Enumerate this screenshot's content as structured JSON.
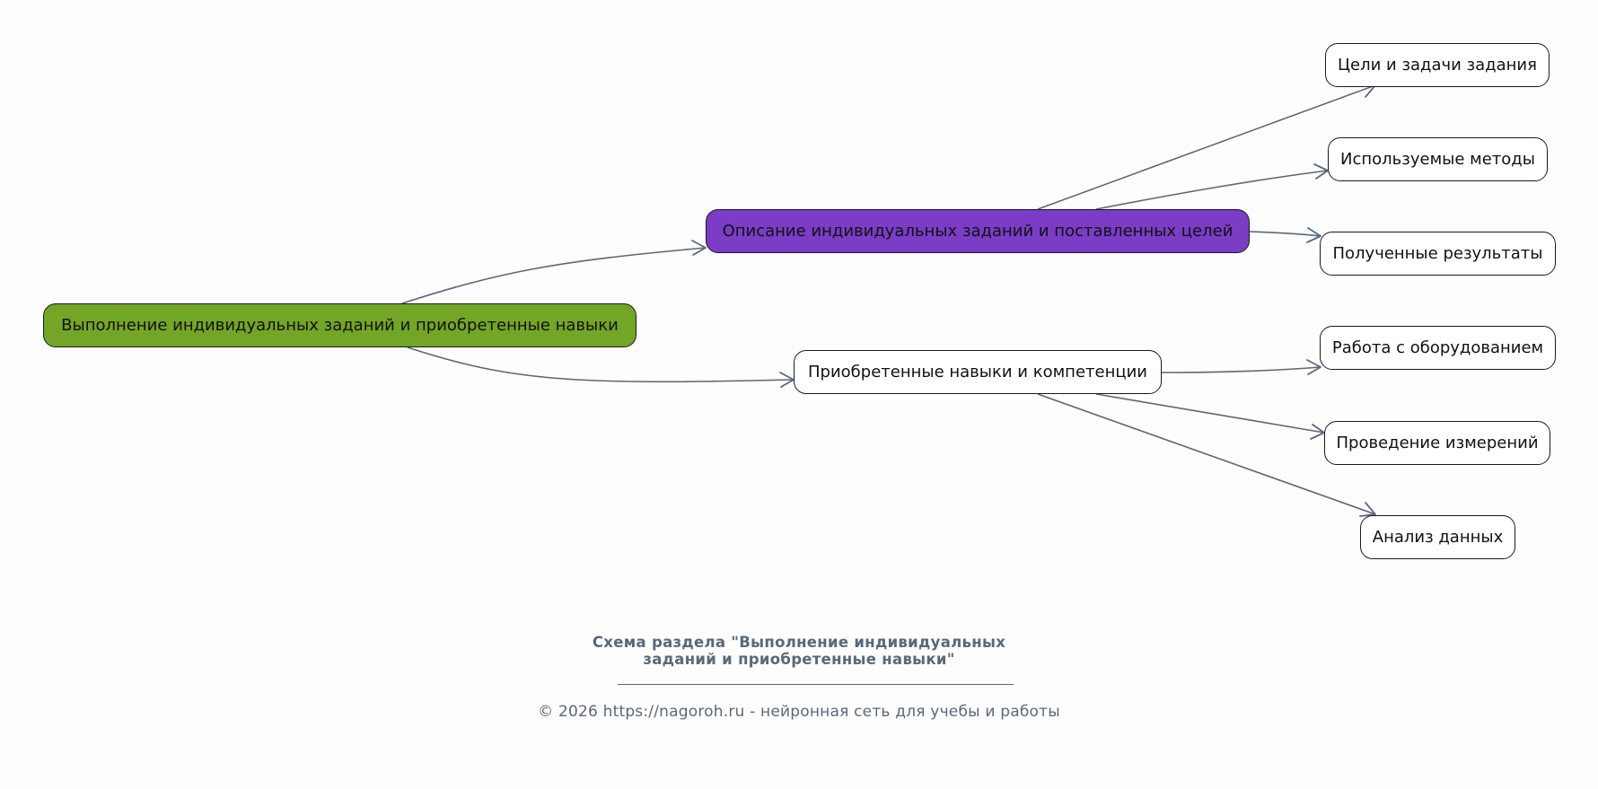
{
  "diagram": {
    "nodes": {
      "root": "Выполнение индивидуальных заданий и приобретенные навыки",
      "description": "Описание индивидуальных заданий и поставленных целей",
      "skills": "Приобретенные навыки и компетенции",
      "goals": "Цели и задачи задания",
      "methods": "Используемые методы",
      "results": "Полученные результаты",
      "equipment": "Работа с оборудованием",
      "measurements": "Проведение измерений",
      "analysis": "Анализ данных"
    },
    "colors": {
      "root_fill": "#73a626",
      "highlight_fill": "#7b3cc6",
      "default_fill": "#ffffff",
      "edge": "#5b6878"
    }
  },
  "caption": {
    "title_line1": "Схема раздела \"Выполнение индивидуальных",
    "title_line2": "заданий и приобретенные навыки\"",
    "copyright": "© 2026 https://nagoroh.ru - нейронная сеть для учебы и работы"
  }
}
